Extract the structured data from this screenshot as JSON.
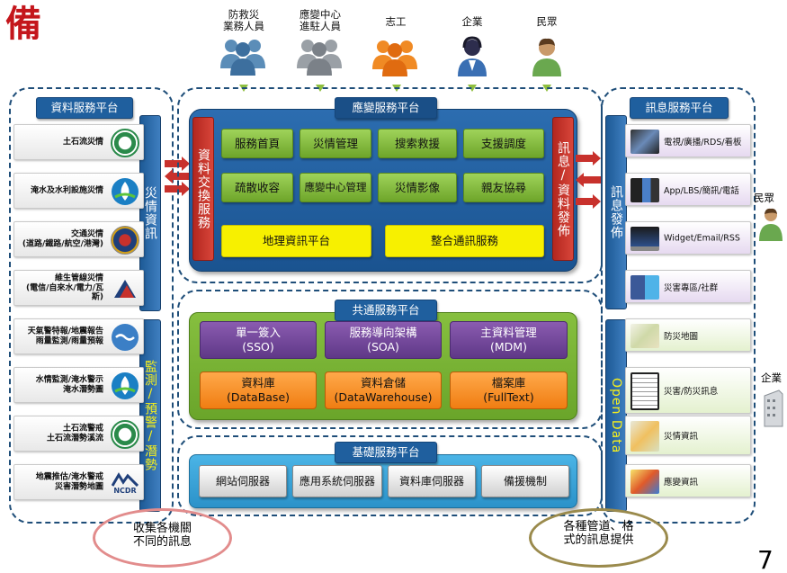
{
  "corner_title": "備",
  "page_number": "7",
  "people": [
    {
      "label": "防救災\n業務人員"
    },
    {
      "label": "應變中心\n進駐人員"
    },
    {
      "label": "志工"
    },
    {
      "label": "企業"
    },
    {
      "label": "民眾"
    }
  ],
  "left_panel": {
    "title": "資料服務平台",
    "bar_top": "災情資訊",
    "bar_bottom": "監測/預警/潛勢",
    "items": [
      {
        "text": "土石流災情"
      },
      {
        "text": "淹水及水利設施災情"
      },
      {
        "text": "交通災情\n(道路/鐵路/航空/港灣)"
      },
      {
        "text": "維生管線災情\n(電信/自來水/電力/瓦斯)"
      },
      {
        "text": "天氣警特報/地震報告\n雨量監測/雨量預報"
      },
      {
        "text": "水情監測/淹水警示\n淹水潛勢圖"
      },
      {
        "text": "土石流警戒\n土石流潛勢溪流"
      },
      {
        "text": "地震推估/淹水警戒\n災害潛勢地圖"
      }
    ],
    "ncdr_label": "NCDR"
  },
  "emergency": {
    "title": "應變服務平台",
    "left_bar": "資料交換服務",
    "right_bar": "訊息/資料發佈",
    "row1": [
      "服務首頁",
      "災情管理",
      "搜索救援",
      "支援調度"
    ],
    "row2": [
      "疏散收容",
      "應變中心管理",
      "災情影像",
      "親友協尋"
    ],
    "row3": [
      "地理資訊平台",
      "整合通訊服務"
    ]
  },
  "common": {
    "title": "共通服務平台",
    "row1": [
      "單一簽入\n(SSO)",
      "服務導向架構\n(SOA)",
      "主資料管理\n(MDM)"
    ],
    "row2": [
      "資料庫\n(DataBase)",
      "資料倉儲\n(DataWarehouse)",
      "檔案庫\n(FullText)"
    ]
  },
  "base": {
    "title": "基礎服務平台",
    "items": [
      "網站伺服器",
      "應用系統伺服器",
      "資料庫伺服器",
      "備援機制"
    ]
  },
  "right_panel": {
    "title": "訊息服務平台",
    "bar_top": "訊息發佈",
    "bar_bottom": "Open Data",
    "items": [
      {
        "text": "電視/廣播/RDS/看板"
      },
      {
        "text": "App/LBS/簡訊/電話"
      },
      {
        "text": "Widget/Email/RSS"
      },
      {
        "text": "災害專區/社群"
      },
      {
        "text": "防災地圖"
      },
      {
        "text": "災害/防災訊息"
      },
      {
        "text": "災情資訊"
      },
      {
        "text": "應變資訊"
      }
    ]
  },
  "side_labels": {
    "citizen": "民眾",
    "enterprise": "企業"
  },
  "bottom_notes": {
    "left": "收集各機關\n不同的訊息",
    "right": "各種管道、格\n式的訊息提供"
  },
  "colors": {
    "navy": "#1f5f9e",
    "red": "#c8312c",
    "green": "#7db33a",
    "yellow": "#f7f000",
    "purple": "#6d4596",
    "orange": "#f58a1f"
  }
}
